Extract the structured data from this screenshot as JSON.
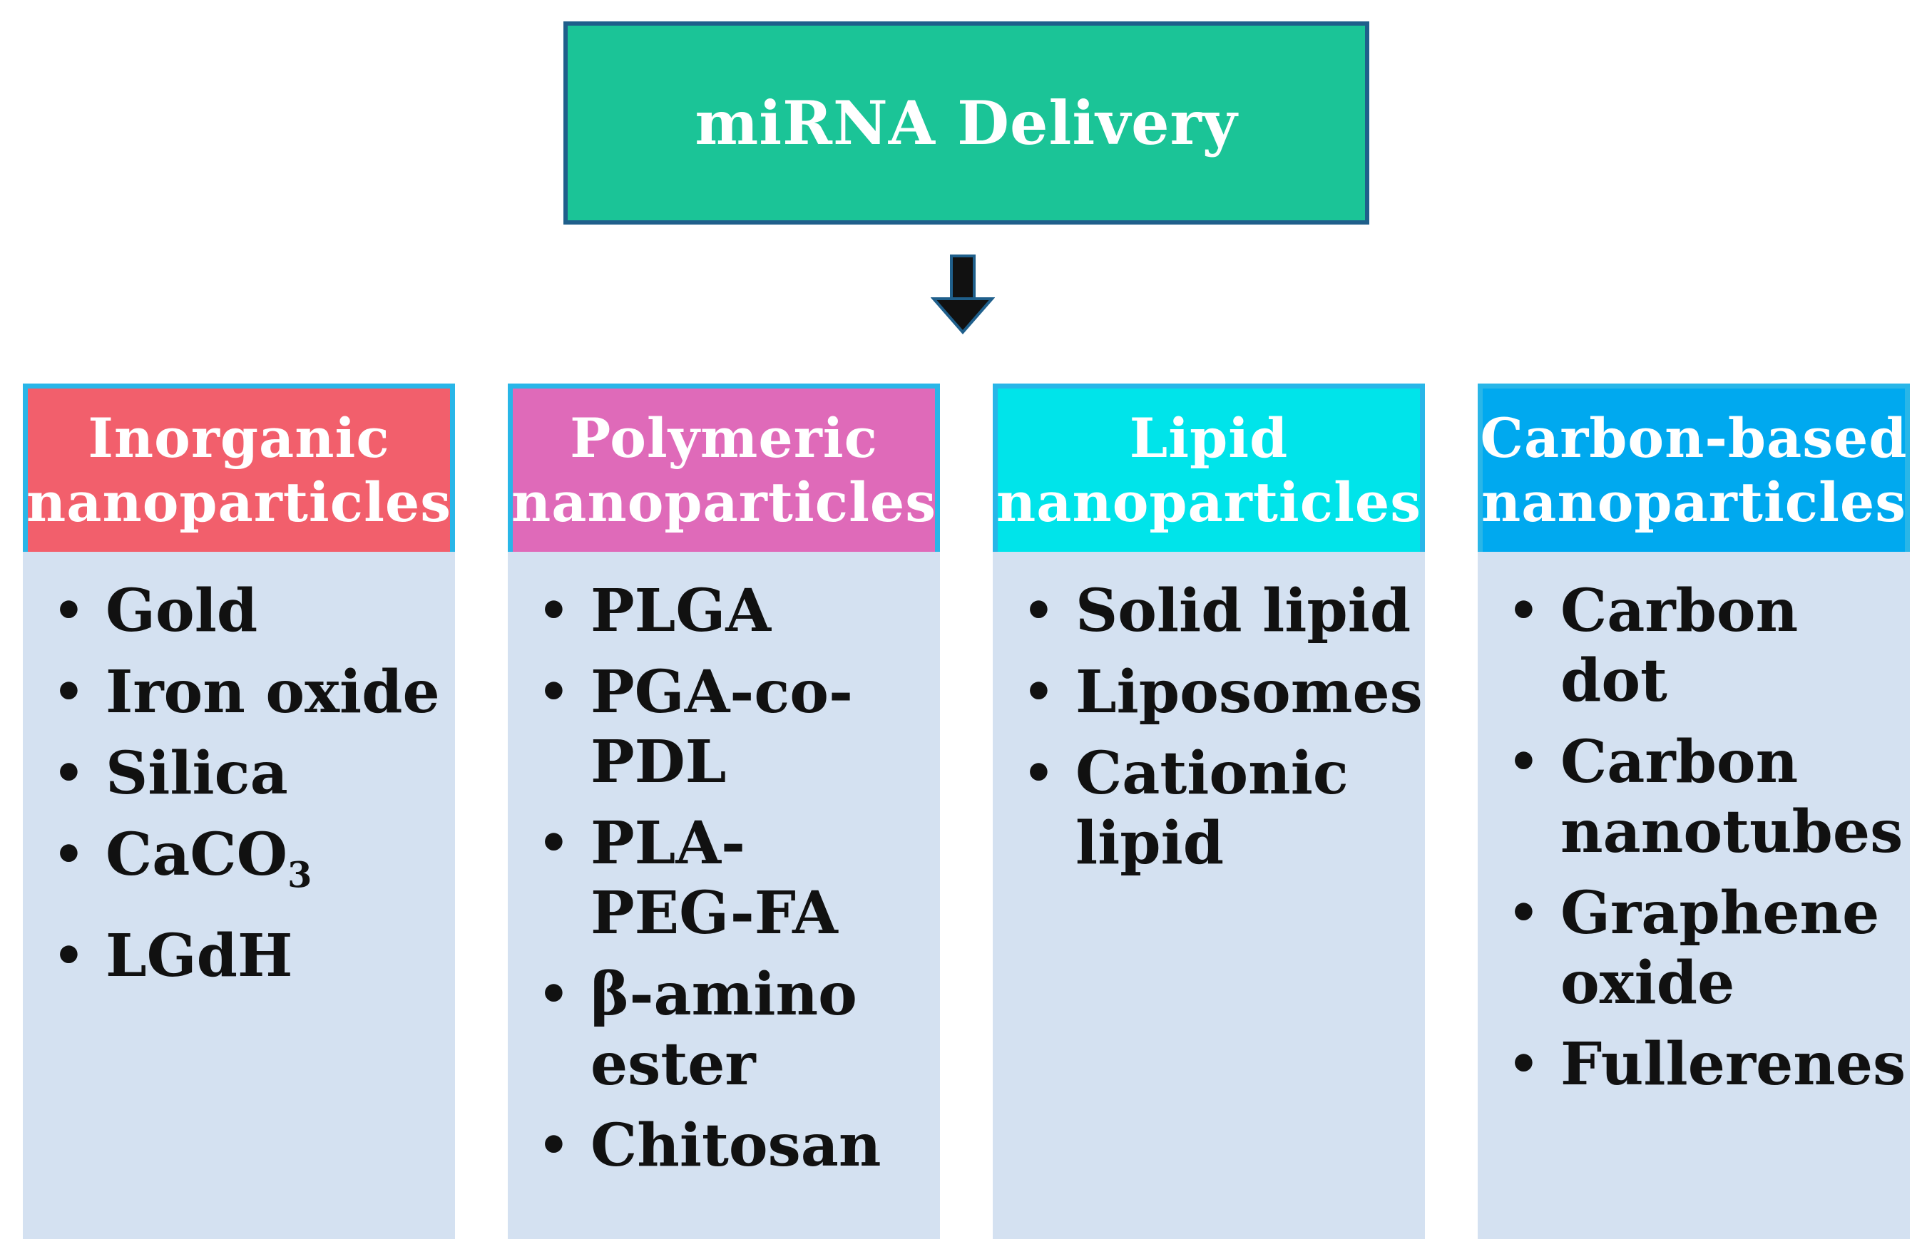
{
  "root": {
    "title": "miRNA Delivery",
    "color": "#1bc497"
  },
  "columns": [
    {
      "header_lines": [
        "Inorganic",
        "nanoparticles"
      ],
      "color": "#f25f6c",
      "items": [
        [
          "Gold"
        ],
        [
          "Iron oxide"
        ],
        [
          "Silica"
        ],
        [
          "CaCO3"
        ],
        [
          "LGdH"
        ]
      ]
    },
    {
      "header_lines": [
        "Polymeric",
        "nanoparticles"
      ],
      "color": "#df6ab9",
      "items": [
        [
          "PLGA"
        ],
        [
          "PGA-co-",
          "PDL"
        ],
        [
          "PLA-",
          "PEG-FA"
        ],
        [
          "β-amino",
          "ester"
        ],
        [
          "Chitosan"
        ]
      ]
    },
    {
      "header_lines": [
        "Lipid",
        "nanoparticles"
      ],
      "color": "#00e4ea",
      "items": [
        [
          "Solid lipid"
        ],
        [
          "Liposomes"
        ],
        [
          "Cationic",
          "lipid"
        ]
      ]
    },
    {
      "header_lines": [
        "Carbon-based",
        "nanoparticles"
      ],
      "color": "#00a9ef",
      "items": [
        [
          "Carbon",
          "dot"
        ],
        [
          "Carbon",
          "nanotubes"
        ],
        [
          "Graphene",
          "oxide"
        ],
        [
          "Fullerenes"
        ]
      ]
    }
  ],
  "arrow_icon": "down-arrow-icon"
}
